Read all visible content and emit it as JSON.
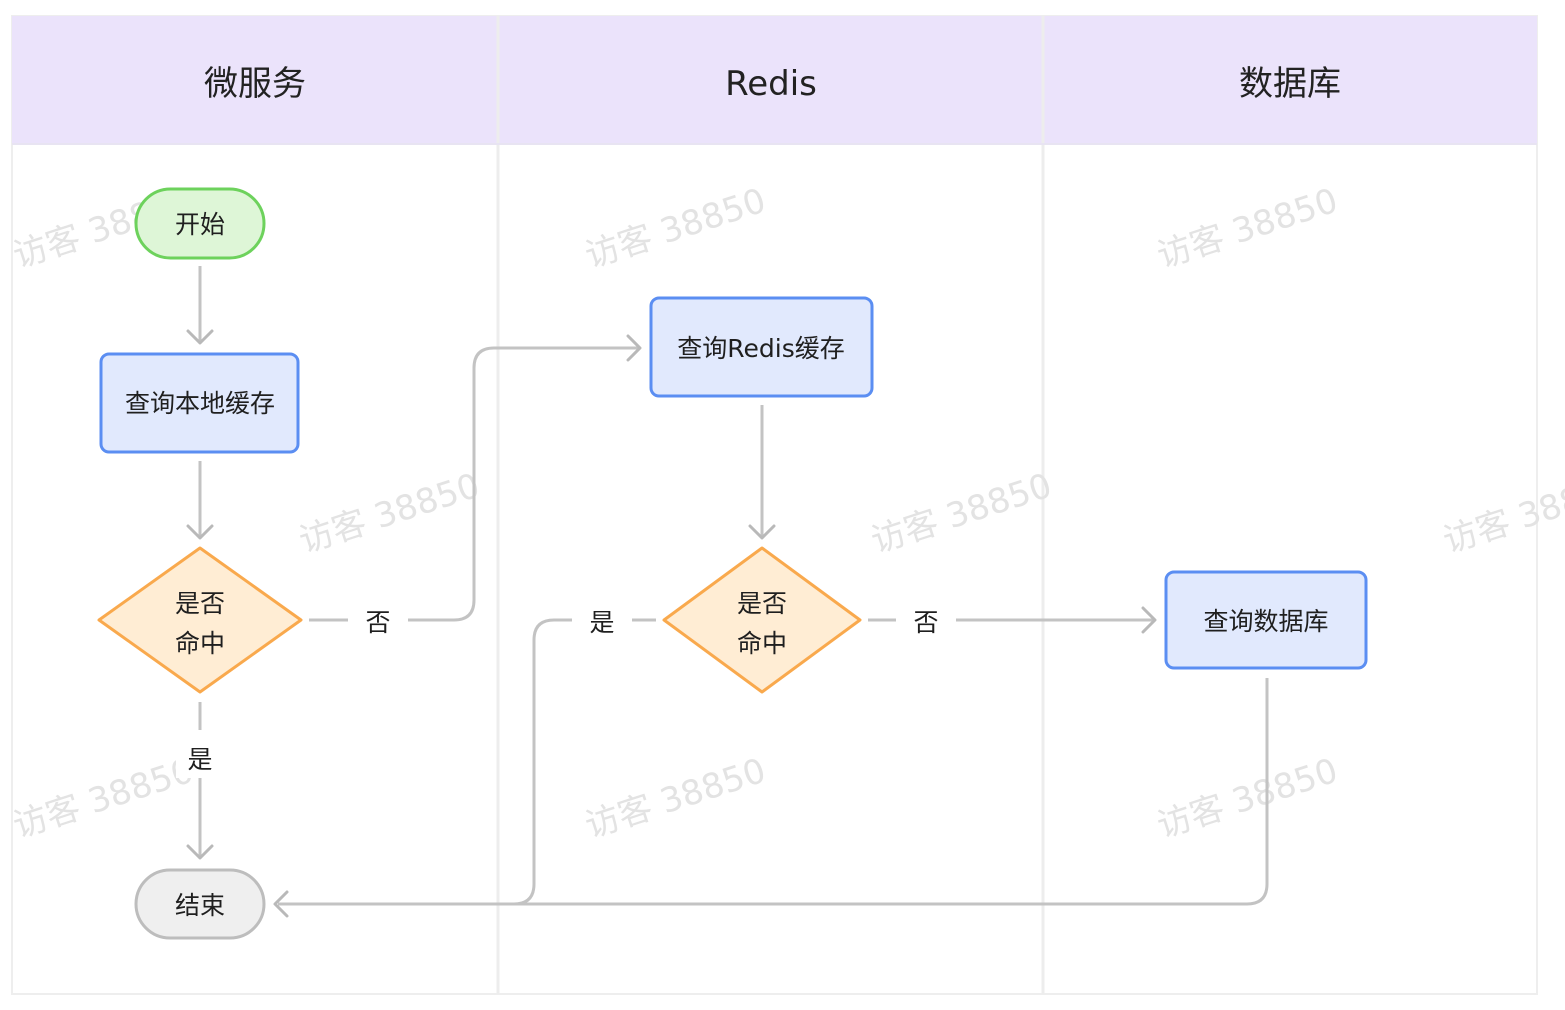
{
  "lanes": [
    {
      "title": "微服务"
    },
    {
      "title": "Redis"
    },
    {
      "title": "数据库"
    }
  ],
  "nodes": {
    "start": {
      "label": "开始"
    },
    "query_local_cache": {
      "label": "查询本地缓存"
    },
    "local_hit_decision": {
      "line1": "是否",
      "line2": "命中"
    },
    "query_redis_cache": {
      "label": "查询Redis缓存"
    },
    "redis_hit_decision": {
      "line1": "是否",
      "line2": "命中"
    },
    "query_database": {
      "label": "查询数据库"
    },
    "end": {
      "label": "结束"
    }
  },
  "edges": {
    "local_miss_label": "否",
    "local_hit_label": "是",
    "redis_hit_label": "是",
    "redis_miss_label": "否"
  },
  "watermark": "访客 38850",
  "colors": {
    "lane_header_bg": "#ebe3fb",
    "process_fill": "#e1e9fd",
    "process_stroke": "#5b8ef2",
    "decision_fill": "#ffedd4",
    "decision_stroke": "#f9a94d",
    "start_fill": "#def6d7",
    "start_stroke": "#6dd25c",
    "end_fill": "#efefef",
    "end_stroke": "#bdbdbd",
    "edge": "#c3c3c3"
  }
}
